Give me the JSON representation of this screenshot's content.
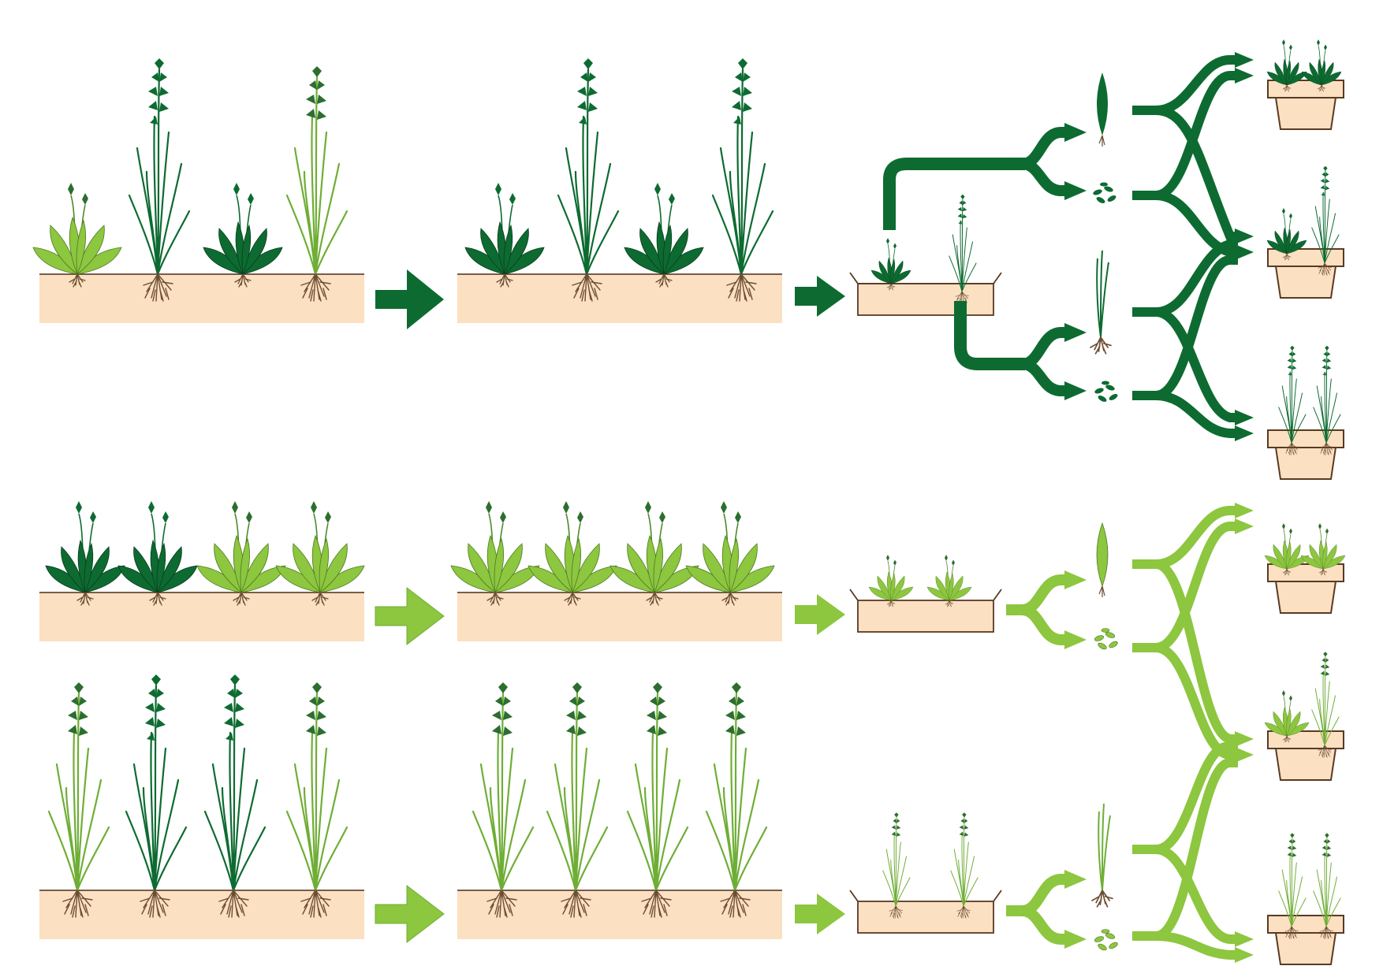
{
  "colors": {
    "dark_green": "#0d6b31",
    "mid_green": "#2c7d3c",
    "light_green": "#8dc63f",
    "soil": "#fbe0c2",
    "soil_line": "#4a2d1a",
    "root": "#8a6a4a",
    "pot_fill": "#fbe0c2",
    "pot_line": "#5a3a22"
  },
  "rows": [
    {
      "id": "mixed",
      "theme": "dark",
      "stage1_plants": [
        "plantain-light",
        "grass-dark",
        "plantain-dark",
        "grass-light"
      ],
      "stage2_plants": [
        "plantain-dark",
        "grass-dark",
        "plantain-dark",
        "grass-dark"
      ],
      "tray_plants": [
        "plantain-dark",
        "grass-dark"
      ]
    },
    {
      "id": "plantain",
      "theme": "light",
      "stage1_plants": [
        "plantain-dark",
        "plantain-dark",
        "plantain-light",
        "plantain-light"
      ],
      "stage2_plants": [
        "plantain-light",
        "plantain-light",
        "plantain-light",
        "plantain-light"
      ],
      "tray_plants": [
        "plantain-light",
        "plantain-light"
      ]
    },
    {
      "id": "grass",
      "theme": "light",
      "stage1_plants": [
        "grass-light",
        "grass-dark",
        "grass-dark",
        "grass-light"
      ],
      "stage2_plants": [
        "grass-light",
        "grass-light",
        "grass-light",
        "grass-light"
      ],
      "tray_plants": [
        "grass-light",
        "grass-light"
      ]
    }
  ],
  "pots": [
    {
      "theme": "dark",
      "plants": [
        "plantain-dark",
        "plantain-dark"
      ]
    },
    {
      "theme": "dark",
      "plants": [
        "plantain-dark",
        "grass-dark"
      ]
    },
    {
      "theme": "dark",
      "plants": [
        "grass-dark",
        "grass-dark"
      ]
    },
    {
      "theme": "light",
      "plants": [
        "plantain-light",
        "plantain-light"
      ]
    },
    {
      "theme": "light",
      "plants": [
        "plantain-light",
        "grass-light"
      ]
    },
    {
      "theme": "light",
      "plants": [
        "grass-light",
        "grass-light"
      ]
    }
  ],
  "icons": [
    "plantain-icon",
    "grass-icon",
    "seed-cluster-icon",
    "leaf-cutting-icon",
    "tiller-icon",
    "arrow-icon",
    "pot-icon",
    "tray-icon"
  ]
}
